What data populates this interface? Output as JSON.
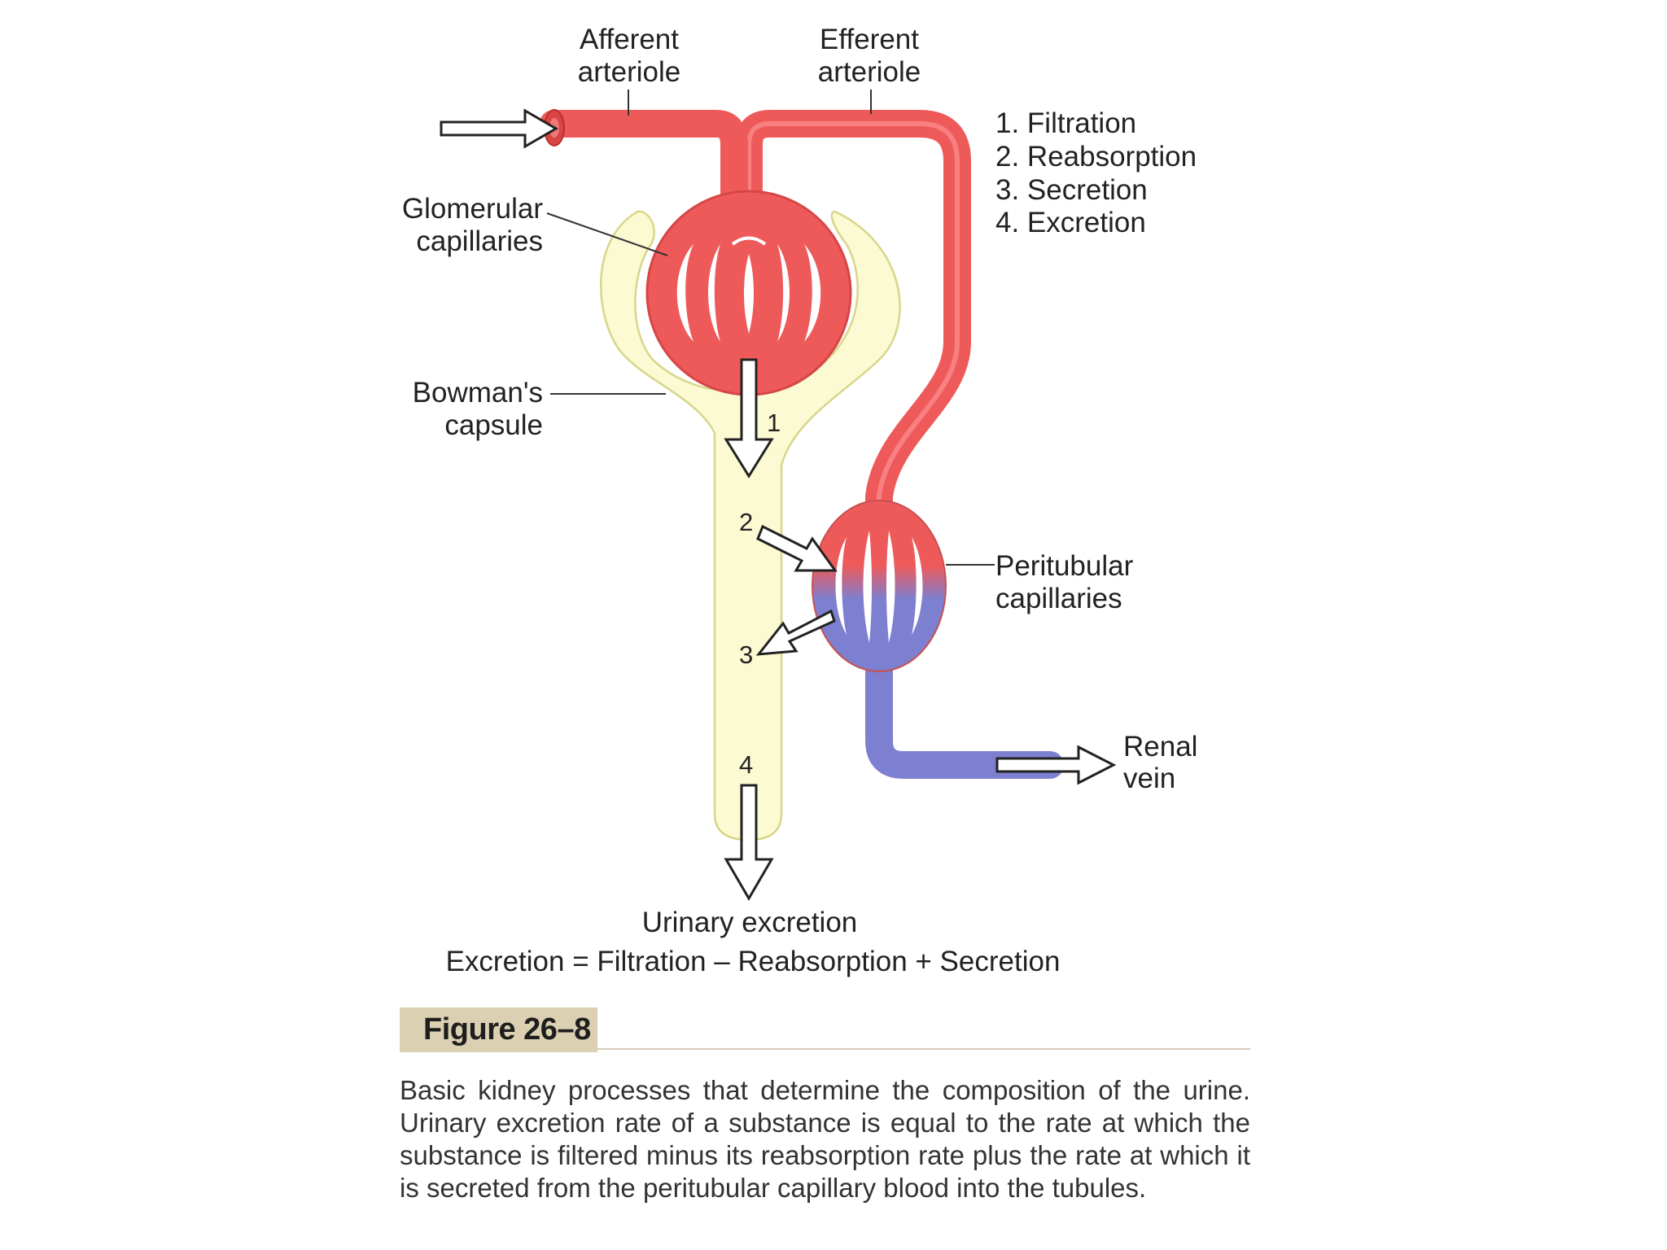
{
  "diagram": {
    "labels": {
      "afferent_line1": "Afferent",
      "afferent_line2": "arteriole",
      "efferent_line1": "Efferent",
      "efferent_line2": "arteriole",
      "glomerular_line1": "Glomerular",
      "glomerular_line2": "capillaries",
      "bowman_line1": "Bowman's",
      "bowman_line2": "capsule",
      "peritubular_line1": "Peritubular",
      "peritubular_line2": "capillaries",
      "renal_line1": "Renal",
      "renal_line2": "vein",
      "urinary_excretion": "Urinary excretion",
      "equation": "Excretion = Filtration – Reabsorption + Secretion"
    },
    "process_list": [
      "1. Filtration",
      "2. Reabsorption",
      "3. Secretion",
      "4. Excretion"
    ],
    "arrow_numbers": [
      "1",
      "2",
      "3",
      "4"
    ],
    "colors": {
      "artery_red": "#ee5a5a",
      "vein_blue": "#7d7fd0",
      "capsule_yellow": "#fbfad3",
      "capsule_outline": "#d8d68a"
    }
  },
  "figure": {
    "label": "Figure 26–8",
    "caption": "Basic kidney processes that determine the composition of the urine. Urinary excretion rate of a substance is equal to the rate at which the substance is filtered minus its reabsorption rate plus the rate at which it is secreted from the peritubular capillary blood into the tubules."
  }
}
